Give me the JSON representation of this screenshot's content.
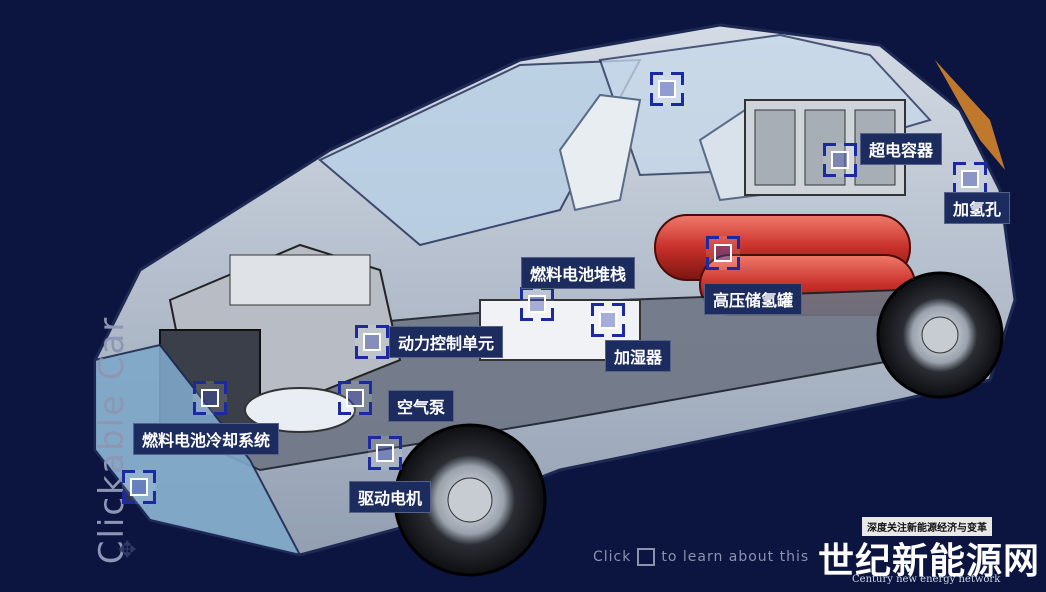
{
  "side_title": "Clickable Car",
  "hint": {
    "before": "Click",
    "after": "to learn about this"
  },
  "labels": {
    "supercapacitor": "超电容器",
    "hydrogen_port": "加氢孔",
    "fuel_cell_stack": "燃料电池堆栈",
    "hp_tank": "高压储氢罐",
    "power_control": "动力控制单元",
    "humidifier": "加湿器",
    "air_pump": "空气泵",
    "cooling_system": "燃料电池冷却系统",
    "drive_motor": "驱动电机"
  },
  "watermark": {
    "tag": "深度关注新能源经济与变革",
    "main": "世纪新能源网",
    "sub": "Century new energy network"
  },
  "colors": {
    "background": "#0b1540",
    "label_bg": "#1d2c5e",
    "hotspot_frame": "#1b2aa0",
    "tank_red": "#c8302a"
  },
  "icons": [
    "hotspot-icon",
    "cursor-icon"
  ]
}
